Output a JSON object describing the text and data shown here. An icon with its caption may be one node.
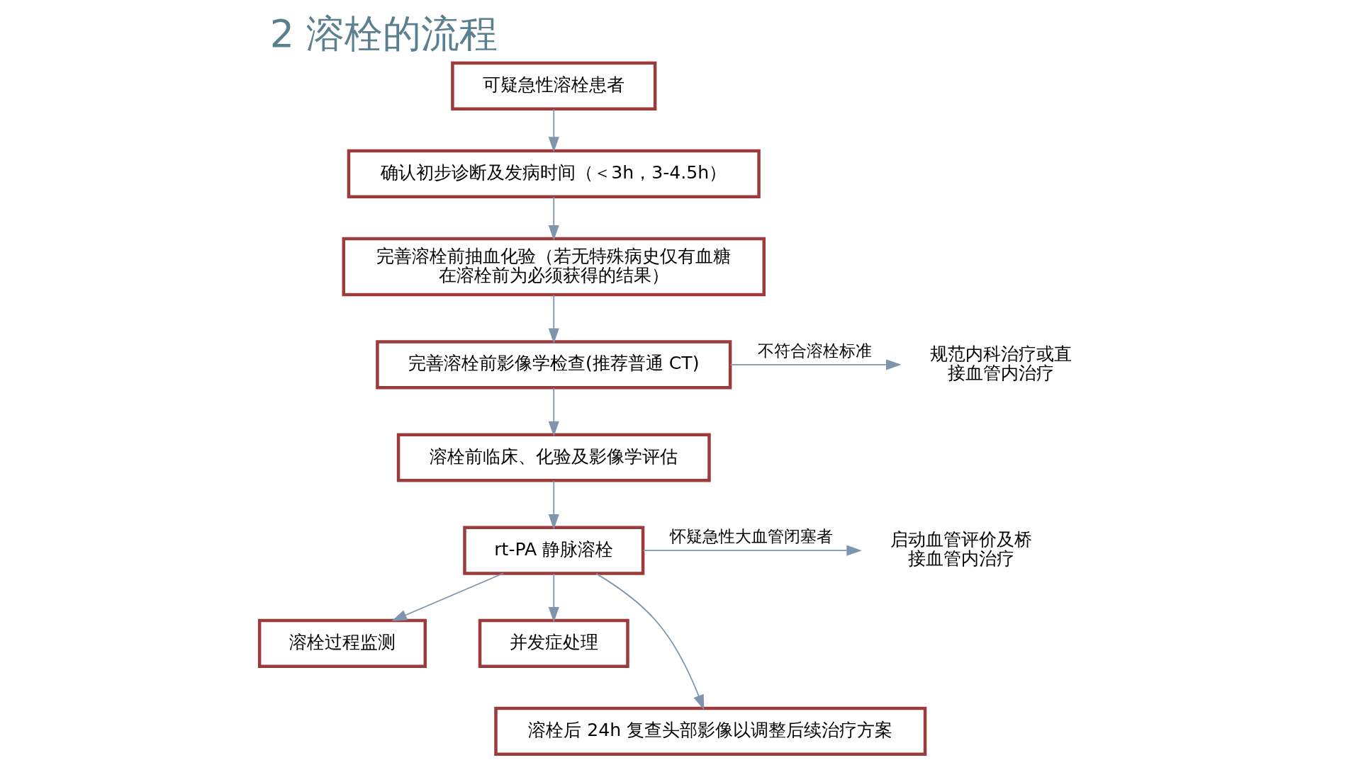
{
  "diagram": {
    "title": "2 溶栓的流程",
    "nodes": [
      {
        "text": [
          "可疑急性溶栓患者"
        ]
      },
      {
        "text": [
          "确认初步诊断及发病时间（＜3h，3-4.5h）"
        ]
      },
      {
        "text": [
          "完善溶栓前抽血化验（若无特殊病史仅有血糖在溶栓前为必须获得的结果）"
        ]
      },
      {
        "text": [
          "完善溶栓前影像学检查(推荐普通 CT)"
        ]
      },
      {
        "text": [
          "规范内科治疗或直接血管内治疗"
        ]
      },
      {
        "text": [
          "溶栓前临床、化验及影像学评估"
        ]
      },
      {
        "text": [
          "rt-PA 静脉溶栓"
        ]
      },
      {
        "text": [
          "启动血管评价及桥接血管内治疗"
        ]
      },
      {
        "text": [
          "溶栓过程监测"
        ]
      },
      {
        "text": [
          "并发症处理"
        ]
      },
      {
        "text": [
          "溶栓后 24h 复查头部影像以调整后续治疗方案"
        ]
      }
    ],
    "edges": [
      {
        "from": 0,
        "to": 1,
        "arrow": "to"
      },
      {
        "from": 1,
        "to": 2,
        "arrow": "to"
      },
      {
        "from": 2,
        "to": 3,
        "arrow": "to"
      },
      {
        "from": 3,
        "to": 4,
        "arrow": "to",
        "label": "不符合溶栓标准"
      },
      {
        "from": 3,
        "to": 5,
        "arrow": "to"
      },
      {
        "from": 5,
        "to": 6,
        "arrow": "to"
      },
      {
        "from": 6,
        "to": 7,
        "arrow": "to",
        "label": "怀疑急性大血管闭塞者"
      },
      {
        "from": 6,
        "to": 8,
        "arrow": "to"
      },
      {
        "from": 6,
        "to": 9,
        "arrow": "to"
      },
      {
        "from": 6,
        "to": 10,
        "arrow": "to"
      }
    ]
  }
}
